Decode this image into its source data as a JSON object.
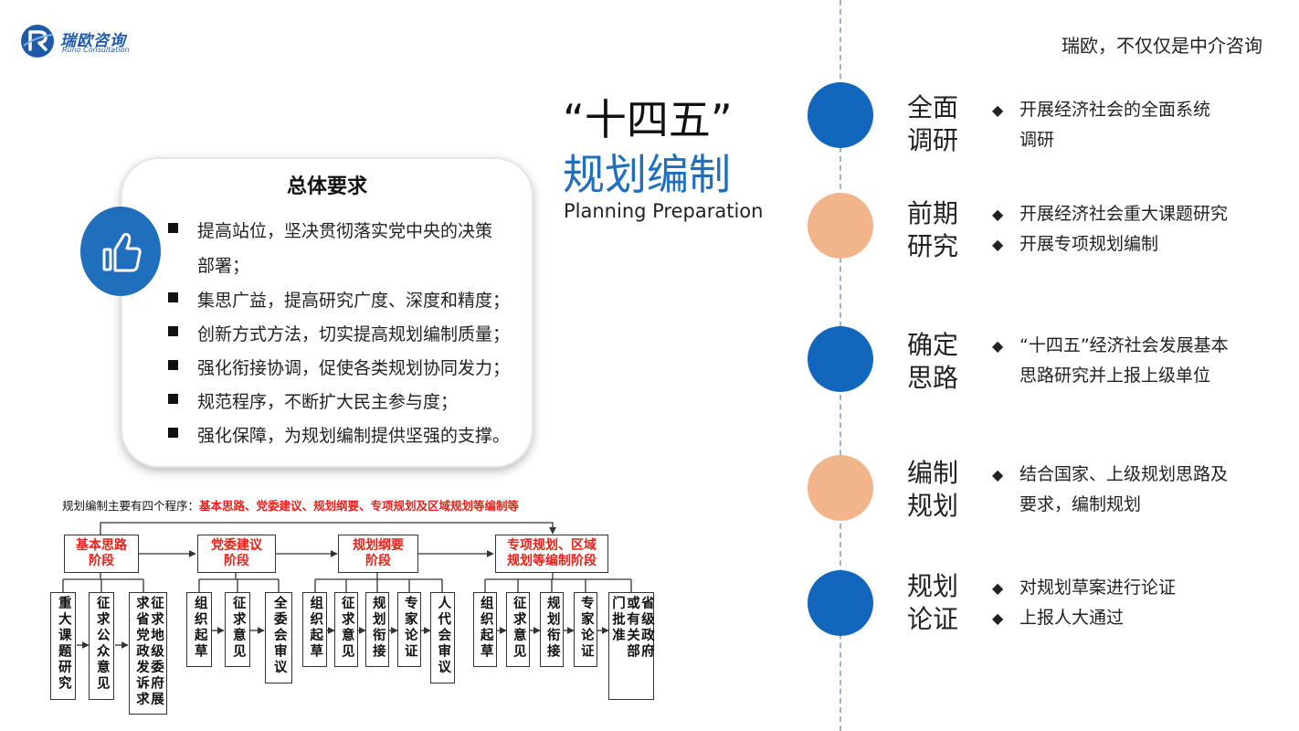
{
  "logo": {
    "cn": "瑞欧咨询",
    "en": "Runo Consultation"
  },
  "slogan": "瑞欧，不仅仅是中介咨询",
  "title": {
    "main": "“十四五”",
    "sub": "规划编制",
    "en": "Planning Preparation"
  },
  "requirements": {
    "title": "总体要求",
    "items": [
      [
        "提高站位，坚决贯彻落实党中央的决策",
        "部署；"
      ],
      [
        "集思广益，提高研究广度、深度和精度；"
      ],
      [
        "创新方式方法，切实提高规划编制质量；"
      ],
      [
        "强化衔接协调，促使各类规划协同发力；"
      ],
      [
        "规范程序，不断扩大民主参与度；"
      ],
      [
        "强化保障，为规划编制提供坚强的支撑。"
      ]
    ]
  },
  "process": {
    "caption_prefix": "规划编制主要有四个程序：",
    "caption_highlight": "基本思路、党委建议、规划纲要、专项规划及区域规划等编制等",
    "stages": [
      {
        "lines": [
          "基本思路",
          "阶段"
        ],
        "children": [
          "重大课题研究",
          "征求公众意见",
          [
            "征求地级委府展",
            "求省党政发诉求"
          ]
        ]
      },
      {
        "lines": [
          "党委建议",
          "阶段"
        ],
        "children": [
          "组织起草",
          "征求意见",
          "全委会审议"
        ]
      },
      {
        "lines": [
          "规划纲要",
          "阶段"
        ],
        "children": [
          "组织起草",
          "征求意见",
          "规划衔接",
          "专家论证",
          "人代会审议"
        ]
      },
      {
        "lines": [
          "专项规划、区域",
          "规划等编制阶段"
        ],
        "children": [
          "组织起草",
          "征求意见",
          "规划衔接",
          "专家论证",
          [
            "省级政府",
            "或有关部",
            "门批准"
          ]
        ]
      }
    ]
  },
  "colors": {
    "blue": "#1267bd",
    "peach": "#f2b48a",
    "red": "#e2231a"
  },
  "timeline": [
    {
      "title": "全面调研",
      "color": "blue",
      "items": [
        [
          "开展经济社会的全面系统",
          "调研"
        ]
      ]
    },
    {
      "title": "前期研究",
      "color": "peach",
      "items": [
        [
          "开展经济社会重大课题研究"
        ],
        [
          "开展专项规划编制"
        ]
      ]
    },
    {
      "title": "确定思路",
      "color": "blue",
      "items": [
        [
          "“十四五”经济社会发展基本",
          "思路研究并上报上级单位"
        ]
      ]
    },
    {
      "title": "编制规划",
      "color": "peach",
      "items": [
        [
          "结合国家、上级规划思路及",
          "要求，编制规划"
        ]
      ]
    },
    {
      "title": "规划论证",
      "color": "blue",
      "items": [
        [
          "对规划草案进行论证"
        ],
        [
          "上报人大通过"
        ]
      ]
    }
  ]
}
